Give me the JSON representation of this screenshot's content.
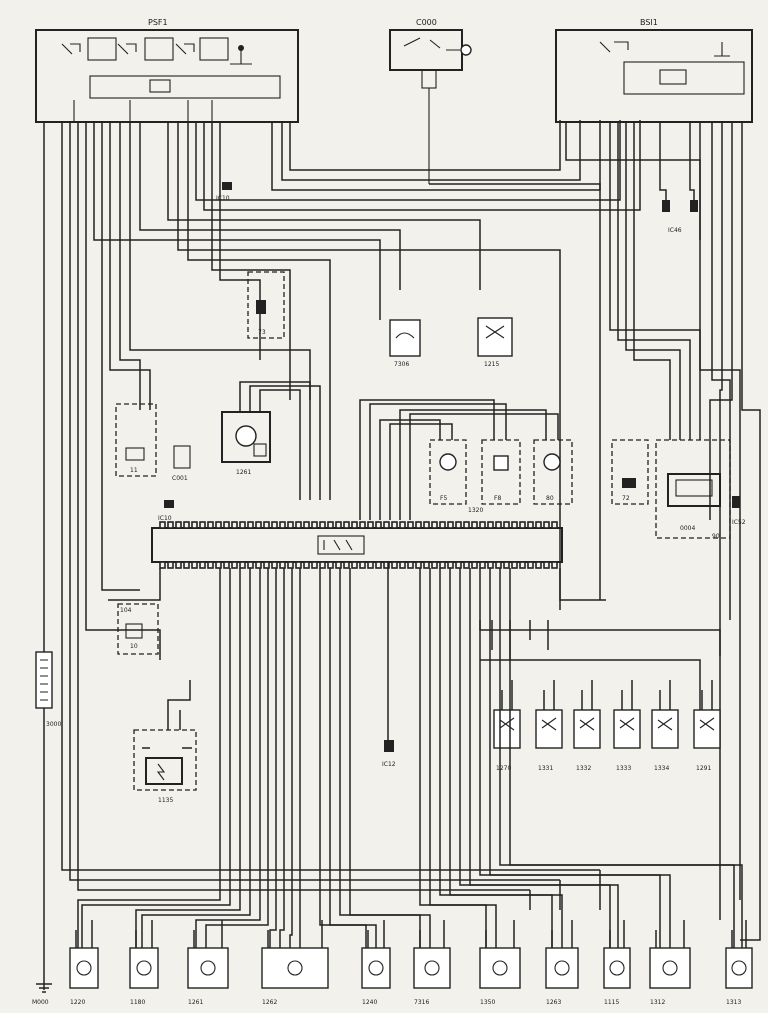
{
  "diagram": {
    "top_units": {
      "psf1": "PSF1",
      "c000": "C000",
      "bsi1": "BSI1"
    },
    "ecu": "1320",
    "ground": "M000",
    "harness": "3000",
    "modules": {
      "m1": "1220",
      "m2": "1180",
      "m3": "1261",
      "m4": "1262",
      "m5": "1240",
      "m6": "7316",
      "m7": "1350",
      "m8": "1263",
      "m9": "1115",
      "m10": "1312",
      "m11": "1313"
    },
    "mid_modules": {
      "a": "1270",
      "b": "1331",
      "c": "1332",
      "d": "1333",
      "e": "1334",
      "f": "1291"
    },
    "others": {
      "c001": "C001",
      "ic10": "IC10",
      "ic12": "IC12",
      "ic46": "IC46",
      "ic52": "IC52",
      "m7306": "7306",
      "m1215": "1215",
      "m1261b": "1261",
      "m1135": "1135",
      "m0004": "0004",
      "f5": "F5",
      "f8": "F8",
      "f80": "80",
      "f72": "72",
      "f73": "73",
      "f10": "10",
      "f11": "11",
      "f90": "90",
      "f104": "104"
    }
  }
}
